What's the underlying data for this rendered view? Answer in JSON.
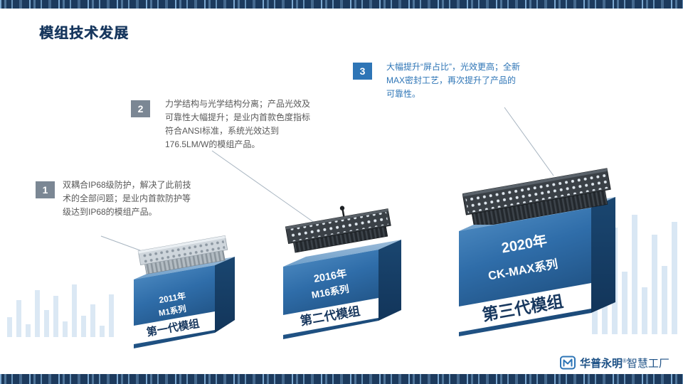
{
  "title": "模组技术发展",
  "callouts": [
    {
      "num": "1",
      "text": "双耦合IP68级防护，解决了此前技术的全部问题；是业内首款防护等级达到IP68的模组产品。"
    },
    {
      "num": "2",
      "text": "力学结构与光学结构分离；产品光效及可靠性大幅提升；是业内首款色度指标符合ANSI标准，系统光效达到176.5LM/W的模组产品。"
    },
    {
      "num": "3",
      "text": "大幅提升“屏占比”，光效更高；全新MAX密封工艺，再次提升了产品的可靠性。"
    }
  ],
  "generations": [
    {
      "year": "2011年",
      "series": "M1系列",
      "label": "第一代模组"
    },
    {
      "year": "2016年",
      "series": "M16系列",
      "label": "第二代模组"
    },
    {
      "year": "2020年",
      "series": "CK-MAX系列",
      "label": "第三代模组"
    }
  ],
  "logo": {
    "brand": "华普永明",
    "reg": "®",
    "suffix": "智慧工厂"
  },
  "colors": {
    "accent": "#2e75b6",
    "navy": "#17375e",
    "gray_text": "#595959",
    "badge_gray": "#7b8794",
    "bar_navy": "#1c3a5d",
    "eq_bar": "#dbe8f4"
  }
}
